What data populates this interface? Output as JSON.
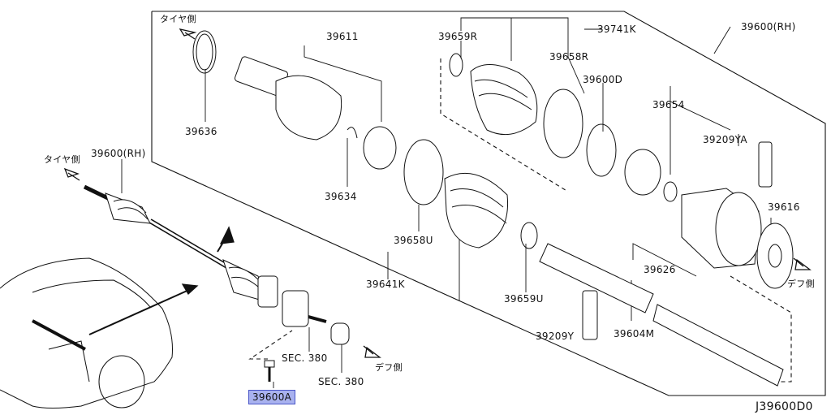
{
  "labels": {
    "p39600_rh_main": "39600(RH)",
    "p39741k": "39741K",
    "p39659r": "39659R",
    "p39658r": "39658R",
    "p39600d": "39600D",
    "p39654": "39654",
    "p39209ya": "39209YA",
    "p39616": "39616",
    "p39611": "39611",
    "p39636": "39636",
    "p39634": "39634",
    "p39658u": "39658U",
    "p39641k": "39641K",
    "p39659u": "39659U",
    "p39209y": "39209Y",
    "p39604m": "39604M",
    "p39626": "39626",
    "p39600_rh_left": "39600(RH)",
    "sec380_a": "SEC. 380",
    "sec380_b": "SEC. 380",
    "p39600a": "39600A",
    "diagram_code": "J39600D0"
  },
  "direction_labels": {
    "tire_side_top": "タイヤ側",
    "tire_side_left": "タイヤ側",
    "diff_side_right": "デフ側",
    "diff_side_bottom": "デフ側"
  },
  "highlight": {
    "part": "39600A",
    "fill": "#a9b2ef",
    "border": "#4a56c8"
  }
}
